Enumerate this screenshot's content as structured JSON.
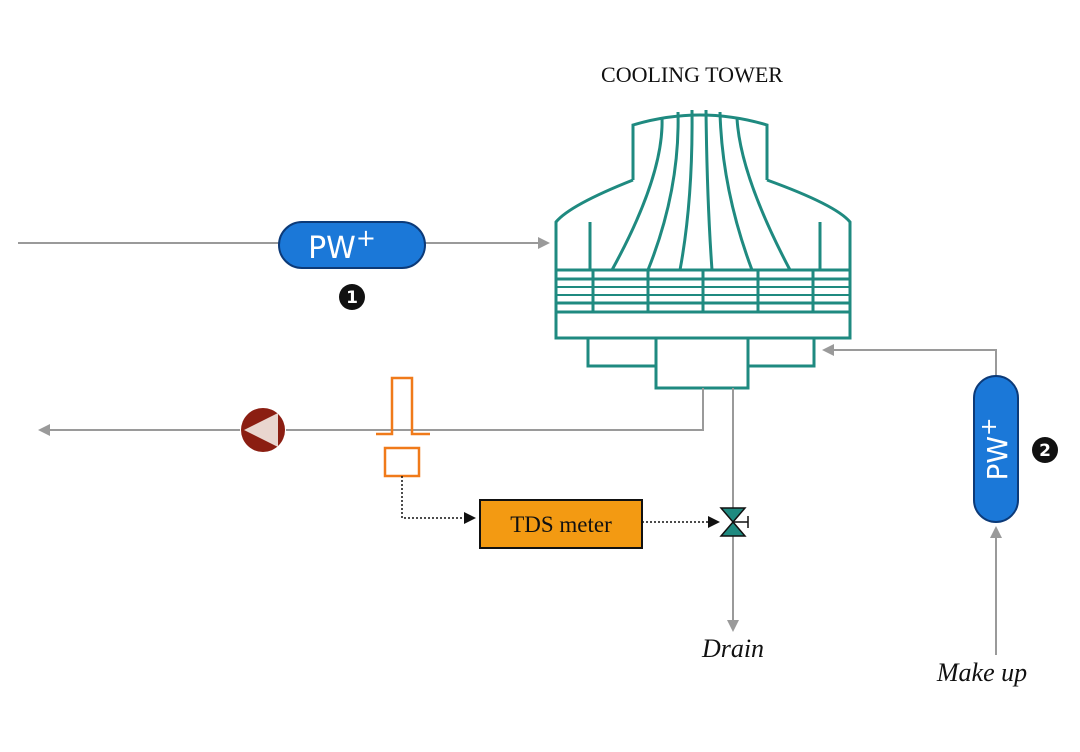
{
  "title": "COOLING TOWER",
  "pw_units": [
    {
      "label": "PW",
      "superscript": "+",
      "badge": "1"
    },
    {
      "label": "PW",
      "superscript": "+",
      "badge": "2"
    }
  ],
  "tds_meter_label": "TDS meter",
  "drain_label": "Drain",
  "makeup_label": "Make up",
  "colors": {
    "pipe": "#9a9a9a",
    "tower": "#1f8a80",
    "pw_fill": "#1b78d8",
    "pw_stroke": "#0c3a78",
    "meter_fill": "#f39a12",
    "sensor": "#f07a1a",
    "pump": "#8b1e12",
    "valve": "#1f8a80",
    "badge": "#111111"
  }
}
